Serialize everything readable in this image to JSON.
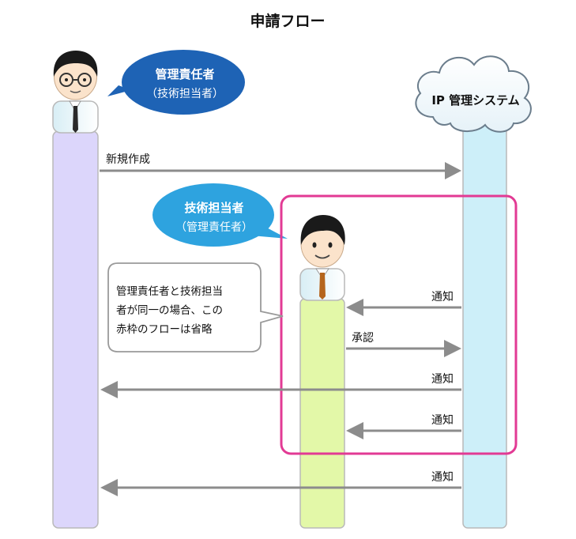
{
  "title": "申請フロー",
  "actors": {
    "manager": {
      "title": "管理責任者",
      "subtitle": "（技術担当者）"
    },
    "engineer": {
      "title": "技術担当者",
      "subtitle": "（管理責任者）"
    },
    "system": {
      "title": "IP 管理システム"
    }
  },
  "messages": {
    "create": "新規作成",
    "notify1": "通知",
    "approve": "承認",
    "notify2": "通知",
    "notify3": "通知",
    "notify4": "通知"
  },
  "note": {
    "line1": "管理責任者と技術担当",
    "line2": "者が同一の場合、この",
    "line3": "赤枠のフローは省略"
  },
  "colors": {
    "manager_lifeline": "#dcd6fb",
    "engineer_lifeline": "#e3f8a8",
    "system_lifeline": "#cdeff9",
    "manager_bubble": "#1e63b5",
    "engineer_bubble": "#2ea3df",
    "highlight_frame": "#e23a94",
    "arrow": "#8c8c8c"
  }
}
